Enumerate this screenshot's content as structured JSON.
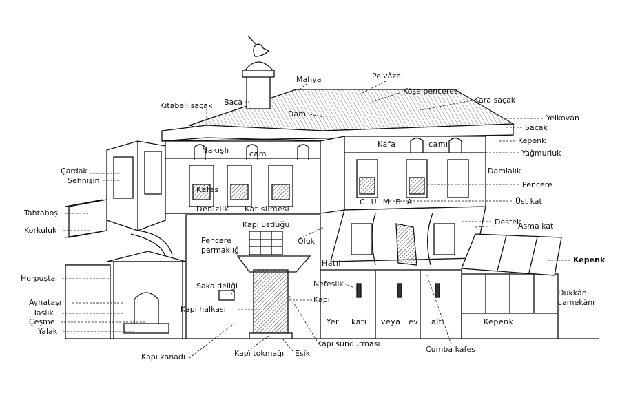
{
  "labels": {
    "mahya": "Mahya",
    "pelvaze": "Pelvâze",
    "kose_penceresi": "Köşe penceresi",
    "kara_sacak": "Kara saçak",
    "kitabeli_sacak": "Kitabeli saçak",
    "baca": "Baca",
    "dam": "Dam",
    "yelkovan": "Yelkovan",
    "sacak": "Saçak",
    "kepenk_top": "Kepenk",
    "yagmurluk": "Yağmurluk",
    "damlalik": "Damlalık",
    "pencere": "Pencere",
    "ust_kat": "Üst kat",
    "destek": "Destek",
    "asma_kat": "Asma kat",
    "kepenk_right": "Kepenk",
    "dukkan_camekani_1": "Dükkân",
    "dukkan_camekani_2": "camekânı",
    "kepenk_shop": "Kepenk",
    "cardak": "Çardak",
    "sehnisin": "Şehnişin",
    "tahtabos": "Tahtaboş",
    "korkuluk": "Korkuluk",
    "horpusta": "Horpuşta",
    "aynatasi": "Aynataşı",
    "taslik": "Taslık",
    "cesme": "Çeşme",
    "yalak": "Yalak",
    "nakisli": "Nakışlı",
    "cam": "cam",
    "kafes": "Kafes",
    "denizlik": "Denizlik",
    "kat_silmesi": "Kat silmesi",
    "kafa": "Kafa",
    "cami": "camı",
    "cumba": "CUMBA",
    "kapi_ustlugu": "Kapı üstlüğü",
    "pencere_parmakligi_1": "Pencere",
    "pencere_parmakligi_2": "parmaklığı",
    "oluk": "Oluk",
    "hatil": "Hatıl",
    "saka_deligi": "Saka deliği",
    "nefeslik": "Nefeslik",
    "kapi": "Kapı",
    "kapi_halkasi": "Kapı halkası",
    "yer_kati_1": "Yer",
    "yer_kati_2": "katı",
    "yer_kati_3": "veya",
    "yer_kati_4": "ev",
    "yer_kati_5": "altı",
    "kapi_kanadi": "Kapı kanadı",
    "kapi_tokmagi": "Kapı tokmağı",
    "esik": "Eşik",
    "kapi_sundurmasi": "Kapı sundurması",
    "cumba_kafes": "Cumba kafes"
  },
  "colors": {
    "ink": "#111111",
    "background": "#ffffff",
    "hatch": "#333333"
  }
}
